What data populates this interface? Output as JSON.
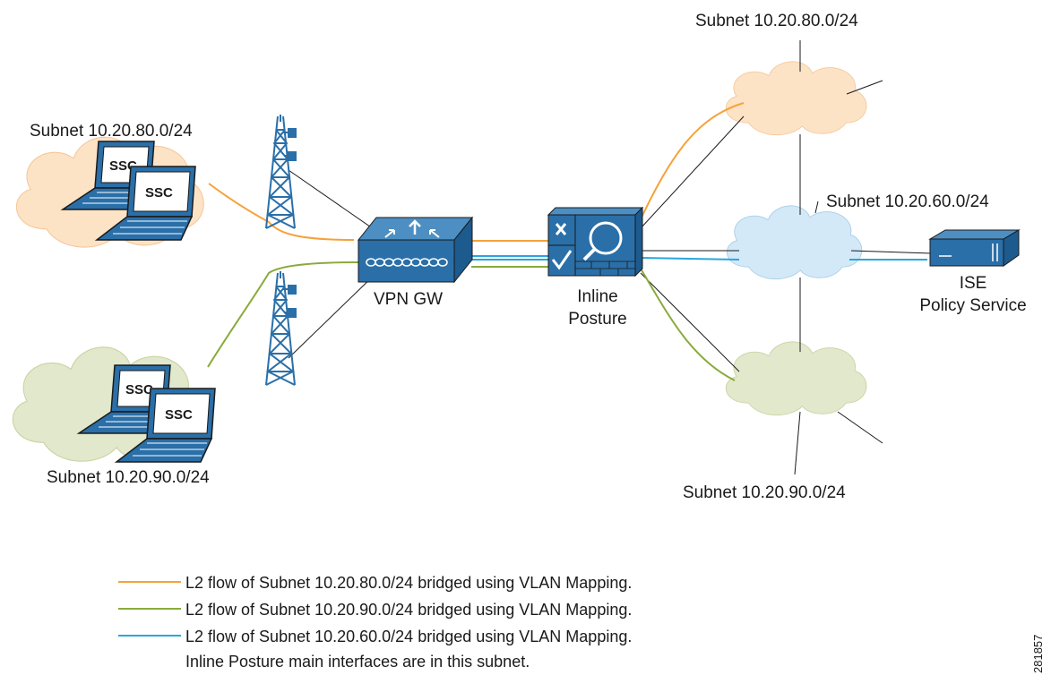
{
  "colors": {
    "orange": "#f5a23a",
    "green": "#8aaa3b",
    "blue": "#2aa6dc",
    "cloud_orange": "#fde3c6",
    "cloud_green": "#e2e8cb",
    "cloud_blue": "#d3e9f7",
    "device_blue": "#2a6fa8"
  },
  "labels": {
    "left_top_subnet": "Subnet 10.20.80.0/24",
    "left_bottom_subnet": "Subnet 10.20.90.0/24",
    "right_top_subnet": "Subnet 10.20.80.0/24",
    "right_mid_subnet": "Subnet 10.20.60.0/24",
    "right_bottom_subnet": "Subnet 10.20.90.0/24",
    "vpn_gw": "VPN GW",
    "inline_posture_line1": "Inline",
    "inline_posture_line2": "Posture",
    "ise_line1": "ISE",
    "ise_line2": "Policy Service",
    "ssc": "SSC",
    "figure_id": "281857"
  },
  "icons": [
    "cloud-icon",
    "laptop-icon",
    "radio-tower-icon",
    "vpn-gateway-icon",
    "inline-posture-icon",
    "ise-server-icon"
  ],
  "legend": [
    {
      "color": "#f5a23a",
      "text": "L2 flow of Subnet 10.20.80.0/24 bridged using VLAN Mapping."
    },
    {
      "color": "#8aaa3b",
      "text": "L2 flow of Subnet 10.20.90.0/24 bridged using VLAN Mapping."
    },
    {
      "color": "#2aa6dc",
      "text": "L2 flow of Subnet 10.20.60.0/24 bridged using VLAN Mapping."
    },
    {
      "color": "",
      "text": "Inline Posture main interfaces are in this subnet."
    }
  ]
}
